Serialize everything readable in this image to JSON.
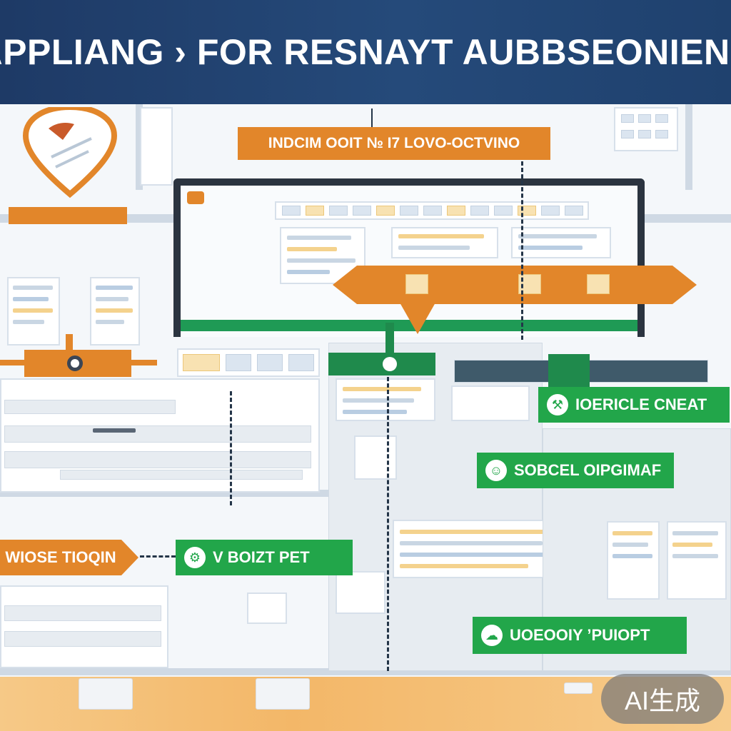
{
  "banner": {
    "title": "APPLIANG › FOR RESNAYT AUBBSEONIENE"
  },
  "callouts": {
    "top_orange": "INDCIM OOIT № I7 LOVO-OCTVINO",
    "left_orange": "WIOSE TIOQIN",
    "green_1": "IOERICLE CNEAT",
    "green_2": "SOBCEL OIPGIMAF",
    "green_3": "V BOIZT PET",
    "green_4": "UOEOOIY ’PUIOPT"
  },
  "icons": {
    "green_1": "wrench-icon",
    "green_2": "user-icon",
    "green_3": "gear-icon",
    "green_4": "cloud-icon"
  },
  "colors": {
    "banner": "#1e3a66",
    "orange": "#e2862a",
    "green": "#22a64a"
  },
  "badge": {
    "label": "AI生成"
  }
}
